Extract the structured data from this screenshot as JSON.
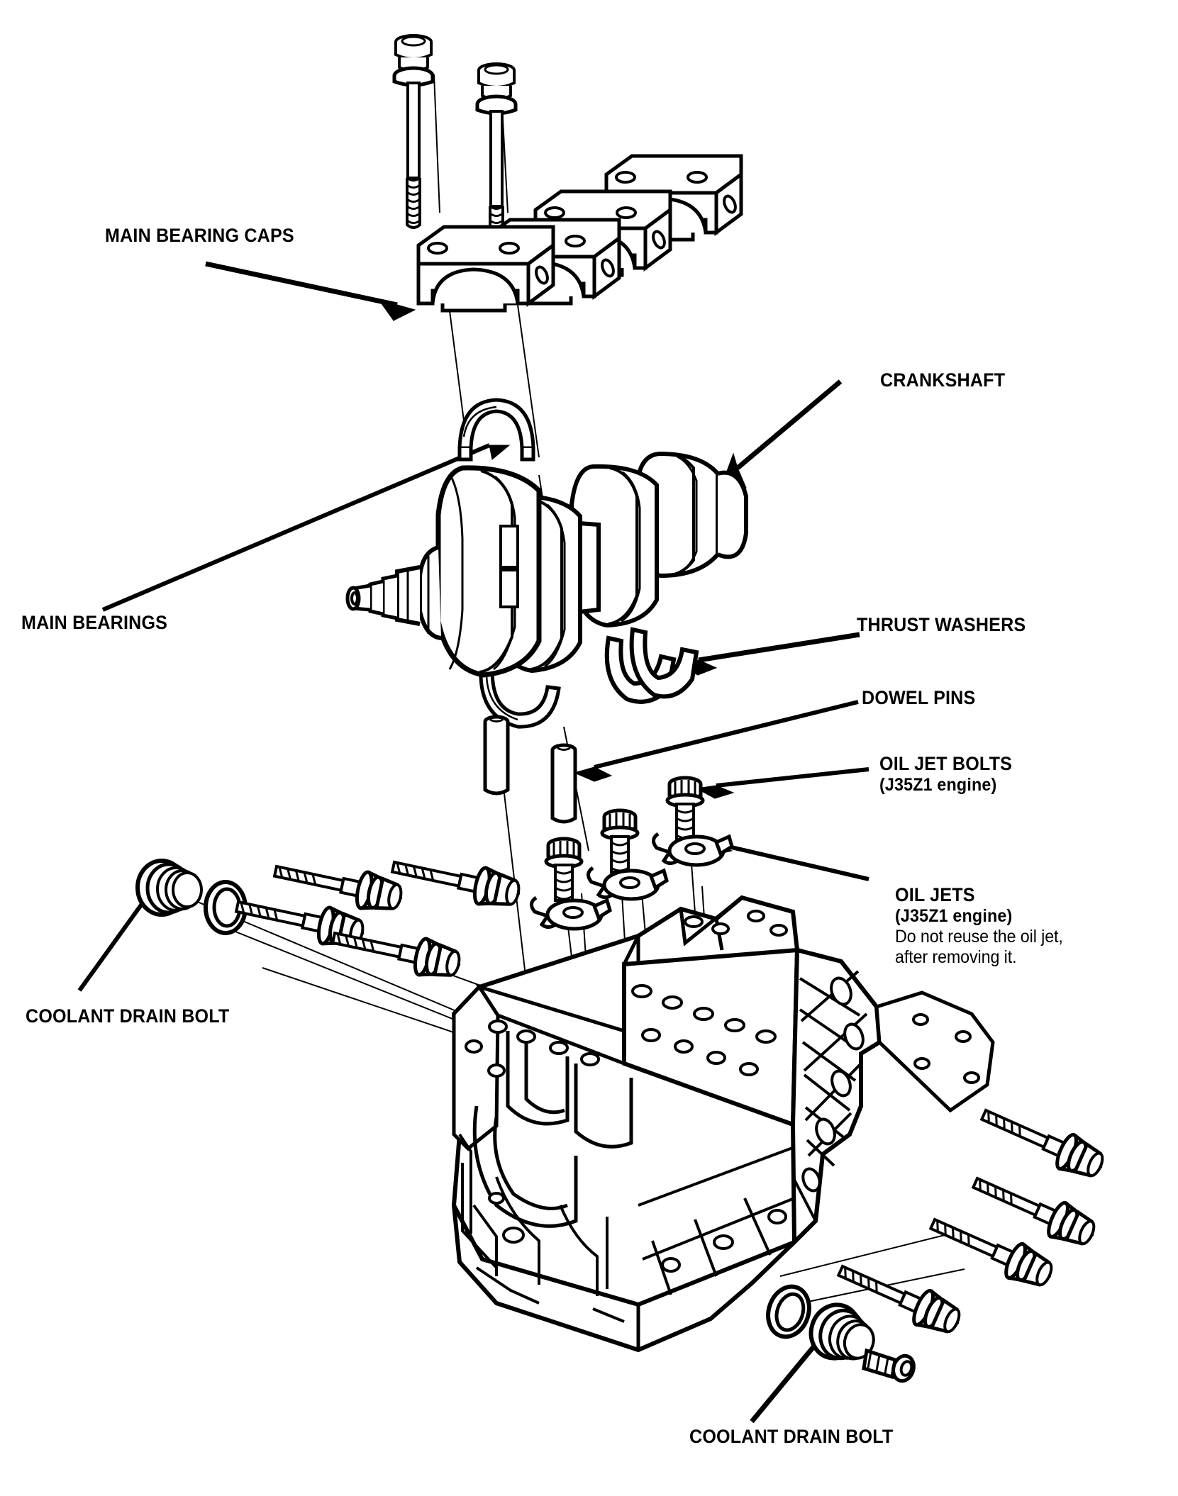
{
  "diagram": {
    "title": "Engine block exploded view",
    "background_color": "#ffffff",
    "line_color": "#000000",
    "labels": {
      "main_bearing_caps": "MAIN BEARING CAPS",
      "main_bearings": "MAIN BEARINGS",
      "crankshaft": "CRANKSHAFT",
      "thrust_washers": "THRUST WASHERS",
      "dowel_pins": "DOWEL PINS",
      "oil_jet_bolts": "OIL JET BOLTS",
      "oil_jet_bolts_sub": "(J35Z1 engine)",
      "oil_jets": "OIL JETS",
      "oil_jets_sub": "(J35Z1 engine)",
      "oil_jets_note_line1": "Do not reuse the oil jet,",
      "oil_jets_note_line2": "after removing it.",
      "coolant_drain_bolt_left": "COOLANT DRAIN BOLT",
      "coolant_drain_bolt_bottom": "COOLANT DRAIN BOLT"
    },
    "parts": [
      {
        "name": "main-bearing-caps",
        "count": 4,
        "callout": "MAIN BEARING CAPS"
      },
      {
        "name": "main-bearing-cap-bolts",
        "count": 2,
        "callout": "MAIN BEARING CAPS"
      },
      {
        "name": "main-bearings",
        "count": 2,
        "callout": "MAIN BEARINGS"
      },
      {
        "name": "crankshaft",
        "count": 1,
        "callout": "CRANKSHAFT"
      },
      {
        "name": "thrust-washers",
        "count": 2,
        "callout": "THRUST WASHERS"
      },
      {
        "name": "dowel-pins",
        "count": 2,
        "callout": "DOWEL PINS"
      },
      {
        "name": "oil-jet-bolts",
        "count": 3,
        "callout": "OIL JET BOLTS"
      },
      {
        "name": "oil-jets",
        "count": 3,
        "callout": "OIL JETS"
      },
      {
        "name": "engine-block",
        "count": 1,
        "callout": ""
      },
      {
        "name": "coolant-drain-bolt",
        "count": 2,
        "callout": "COOLANT DRAIN BOLT"
      },
      {
        "name": "sealing-washer",
        "count": 2,
        "callout": "COOLANT DRAIN BOLT"
      },
      {
        "name": "block-bolts-left",
        "count": 4,
        "callout": ""
      },
      {
        "name": "block-bolts-right",
        "count": 4,
        "callout": ""
      }
    ]
  }
}
